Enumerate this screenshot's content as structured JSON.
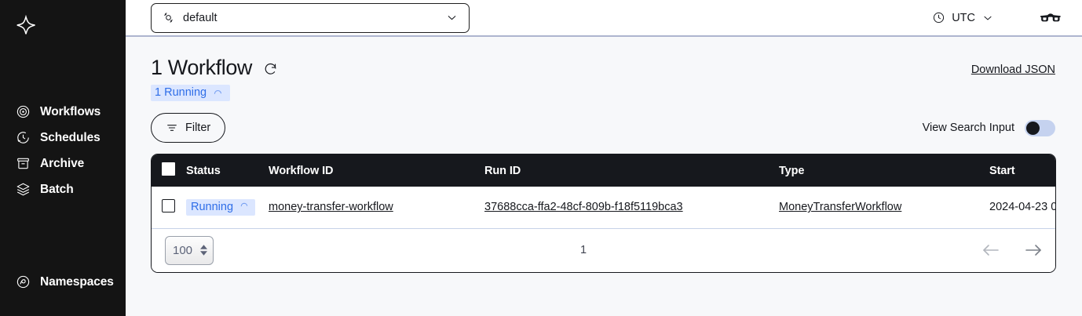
{
  "sidebar": {
    "logo_icon": "temporal-logo-icon",
    "items": [
      {
        "label": "Workflows",
        "icon": "workflows-icon"
      },
      {
        "label": "Schedules",
        "icon": "schedules-icon"
      },
      {
        "label": "Archive",
        "icon": "archive-icon"
      },
      {
        "label": "Batch",
        "icon": "batch-icon"
      }
    ],
    "bottom_items": [
      {
        "label": "Namespaces",
        "icon": "namespaces-icon"
      }
    ]
  },
  "topbar": {
    "namespace_icon": "namespace-icon",
    "namespace_value": "default",
    "namespace_chevron_icon": "chevron-down-icon",
    "timezone_icon": "clock-icon",
    "timezone_value": "UTC",
    "timezone_chevron_icon": "chevron-down-icon",
    "glasses_icon": "glasses-icon"
  },
  "header": {
    "title": "1 Workflow",
    "refresh_icon": "refresh-icon",
    "download_json_label": "Download JSON",
    "status_badge": {
      "label": "1 Running",
      "icon": "spinner-arc-icon"
    }
  },
  "toolbar": {
    "filter_label": "Filter",
    "filter_icon": "filter-icon",
    "view_search_input_label": "View Search Input",
    "view_search_input_on": false
  },
  "table": {
    "columns": [
      "Status",
      "Workflow ID",
      "Run ID",
      "Type",
      "Start"
    ],
    "rows": [
      {
        "status": "Running",
        "status_icon": "spinner-arc-icon",
        "workflow_id": "money-transfer-workflow",
        "run_id": "37688cca-ffa2-48cf-809b-f18f5119bca3",
        "type": "MoneyTransferWorkflow",
        "start": "2024-04-23 0"
      }
    ]
  },
  "pagination": {
    "page_size": "100",
    "page_number": "1",
    "prev_icon": "arrow-left-icon",
    "next_icon": "arrow-right-icon"
  },
  "colors": {
    "sidebar_bg": "#141414",
    "page_bg": "#f7f8fa",
    "table_header_bg": "#16181d",
    "badge_bg": "#dbe6ff",
    "badge_text": "#2f6ee8",
    "toggle_track": "#c5d2ef",
    "row_divider": "#c7d2e8"
  }
}
